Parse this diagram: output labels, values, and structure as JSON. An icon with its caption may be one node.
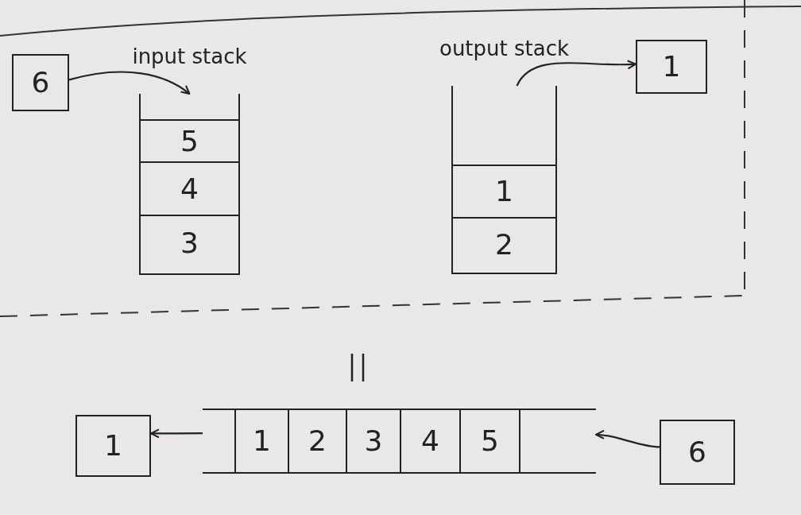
{
  "diagram": {
    "nodes": [
      {
        "text": [
          "6"
        ]
      },
      {
        "text": [
          "input stack"
        ]
      },
      {
        "text": [
          "5"
        ],
        "in": 1
      },
      {
        "text": [
          "4"
        ],
        "in": 1
      },
      {
        "text": [
          "3"
        ],
        "in": 1
      },
      {
        "text": [
          "output stack"
        ]
      },
      {
        "text": [
          "1"
        ],
        "in": 5
      },
      {
        "text": [
          "2"
        ],
        "in": 5
      },
      {
        "text": [
          "1"
        ]
      },
      {
        "text": [],
        "shape": "box"
      },
      {
        "text": [
          "1"
        ],
        "in": 9
      },
      {
        "text": [
          "2"
        ],
        "in": 9
      },
      {
        "text": [
          "3"
        ],
        "in": 9
      },
      {
        "text": [
          "4"
        ],
        "in": 9
      },
      {
        "text": [
          "5"
        ],
        "in": 9
      },
      {
        "text": [
          "1"
        ]
      },
      {
        "text": [
          "6"
        ]
      }
    ],
    "edges": [
      {
        "from": 0,
        "to": 1,
        "arrow": "to"
      },
      {
        "from": 5,
        "to": 8,
        "arrow": "to"
      },
      {
        "from": 9,
        "to": 15,
        "arrow": "to"
      },
      {
        "from": 16,
        "to": 9,
        "arrow": "to"
      }
    ]
  }
}
